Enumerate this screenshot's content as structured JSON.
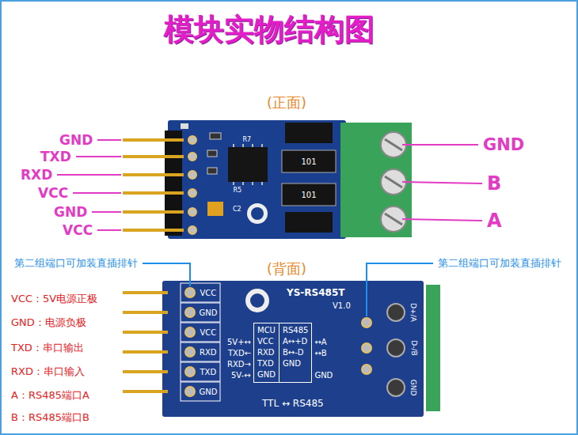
{
  "diagram": {
    "title": "模块实物结构图",
    "nodes": [
      {
        "text": [
          "MCU",
          "VCC",
          "RXD",
          "TXD",
          "GND"
        ]
      },
      {
        "text": [
          "RS485",
          "A↔+D",
          "B↔-D",
          "GND"
        ]
      }
    ],
    "labels": [
      "(正面)",
      "GND",
      "TXD",
      "RXD",
      "VCC",
      "GND",
      "VCC",
      "GND",
      "B",
      "A",
      "101",
      "101",
      "R7",
      "R5",
      "C2",
      "(背面)",
      "第二组端口可加装直插排针",
      "第二组端口可加装直插排针",
      "VCC：5V电源正极",
      "GND：电源负极",
      "TXD：串口输出",
      "RXD：串口输入",
      "A：RS485端口A",
      "B：RS485端口B",
      "VCC",
      "GND",
      "VCC",
      "RXD",
      "TXD",
      "GND",
      "YS-RS485T",
      "V1.0",
      "5V+↔",
      "TXD←",
      "RXD→",
      "5V-↔",
      "↔A",
      "↔B",
      "GND",
      "D+/A",
      "D-/B",
      "GND",
      "TTL ↔ RS485"
    ]
  }
}
